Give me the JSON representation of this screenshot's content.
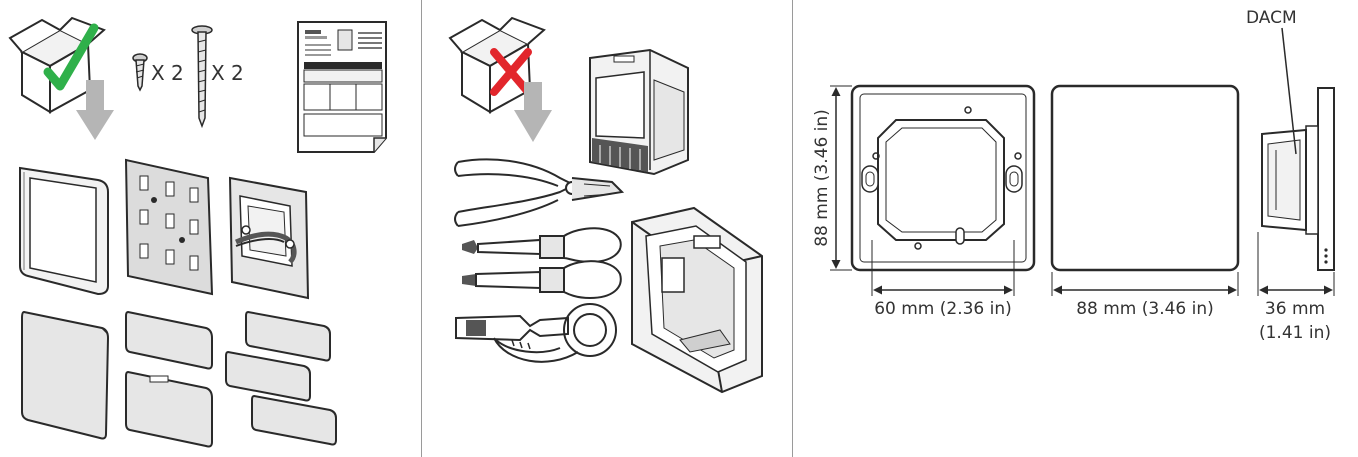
{
  "colors": {
    "line": "#2a2a2a",
    "fill_light": "#e6e6e6",
    "fill_mid": "#cfcfcf",
    "arrow_gray": "#b5b5b5",
    "check_green": "#2fb04a",
    "cross_red": "#e2262c",
    "divider": "#9a9a9a"
  },
  "icons": {
    "included_box": "box-with-check-icon",
    "not_included_box": "box-with-cross-icon",
    "screw_small": "screw-icon",
    "screw_long": "long-screw-icon",
    "manual": "document-icon",
    "tools": [
      "pliers-icon",
      "phillips-screwdriver-icon",
      "flat-screwdriver-icon",
      "wire-stripper-icon"
    ]
  },
  "panel_included": {
    "screw_small_qty": "X 2",
    "screw_long_qty": "X 2"
  },
  "panel_dimensions": {
    "module_label": "DACM",
    "height_label": "88 mm (3.46 in)",
    "inner_width_label": "60 mm (2.36 in)",
    "outer_width_label": "88 mm (3.46 in)",
    "depth_label_line1": "36 mm",
    "depth_label_line2": "(1.41 in)"
  }
}
